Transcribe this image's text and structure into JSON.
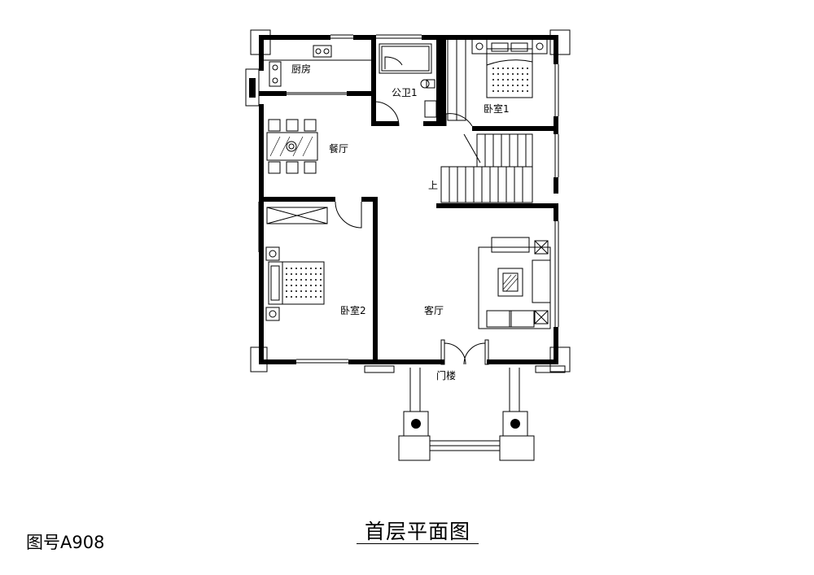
{
  "drawing": {
    "id_label": "图号A908",
    "title": "首层平面图"
  },
  "rooms": {
    "kitchen": "厨房",
    "public_bath": "公卫1",
    "bedroom1": "卧室1",
    "dining": "餐厅",
    "bedroom2": "卧室2",
    "living": "客厅",
    "porch": "门楼",
    "stair_up": "上"
  }
}
